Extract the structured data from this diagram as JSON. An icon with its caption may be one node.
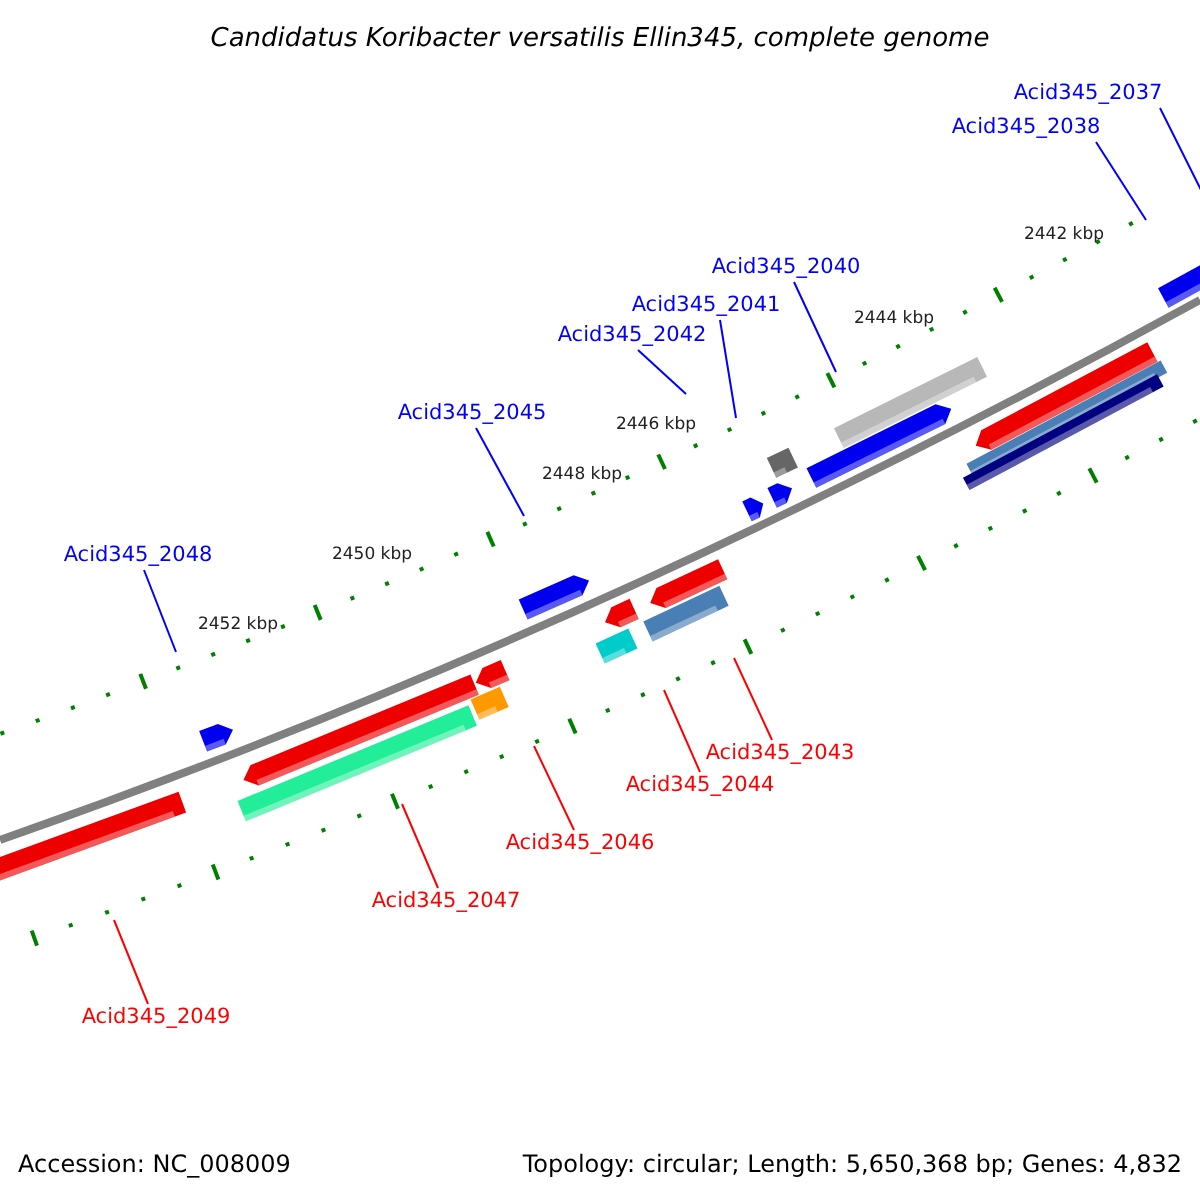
{
  "diagram": {
    "title": "Candidatus Koribacter versatilis Ellin345, complete genome",
    "nodes": [
      {
        "text": [
          "Acid345_2037"
        ]
      },
      {
        "text": [
          "Acid345_2038"
        ]
      },
      {
        "text": [
          "Acid345_2040"
        ]
      },
      {
        "text": [
          "Acid345_2041"
        ]
      },
      {
        "text": [
          "Acid345_2042"
        ]
      },
      {
        "text": [
          "Acid345_2045"
        ]
      },
      {
        "text": [
          "Acid345_2048"
        ]
      },
      {
        "text": [
          "Acid345_2043"
        ]
      },
      {
        "text": [
          "Acid345_2044"
        ]
      },
      {
        "text": [
          "Acid345_2046"
        ]
      },
      {
        "text": [
          "Acid345_2047"
        ]
      },
      {
        "text": [
          "Acid345_2049"
        ]
      }
    ],
    "edges": [
      {
        "from": 0,
        "to": null,
        "arrow": "none",
        "color": "#0000ff"
      },
      {
        "from": 1,
        "to": null,
        "arrow": "none",
        "color": "#0000ff"
      },
      {
        "from": 2,
        "to": null,
        "arrow": "none",
        "color": "#0000ff"
      },
      {
        "from": 3,
        "to": null,
        "arrow": "none",
        "color": "#0000ff"
      },
      {
        "from": 4,
        "to": null,
        "arrow": "none",
        "color": "#0000ff"
      },
      {
        "from": 5,
        "to": null,
        "arrow": "none",
        "color": "#0000ff"
      },
      {
        "from": 6,
        "to": null,
        "arrow": "none",
        "color": "#0000ff"
      },
      {
        "from": 7,
        "to": null,
        "arrow": "none",
        "color": "#ff0000"
      },
      {
        "from": 8,
        "to": null,
        "arrow": "none",
        "color": "#ff0000"
      },
      {
        "from": 9,
        "to": null,
        "arrow": "none",
        "color": "#ff0000"
      },
      {
        "from": 10,
        "to": null,
        "arrow": "none",
        "color": "#ff0000"
      },
      {
        "from": 11,
        "to": null,
        "arrow": "none",
        "color": "#ff0000"
      }
    ],
    "labels": [
      "2442 kbp",
      "2444 kbp",
      "2446 kbp",
      "2448 kbp",
      "2450 kbp",
      "2452 kbp",
      "Accession: NC_008009",
      "Topology: circular; Length: 5,650,368 bp; Genes: 4,832"
    ]
  }
}
